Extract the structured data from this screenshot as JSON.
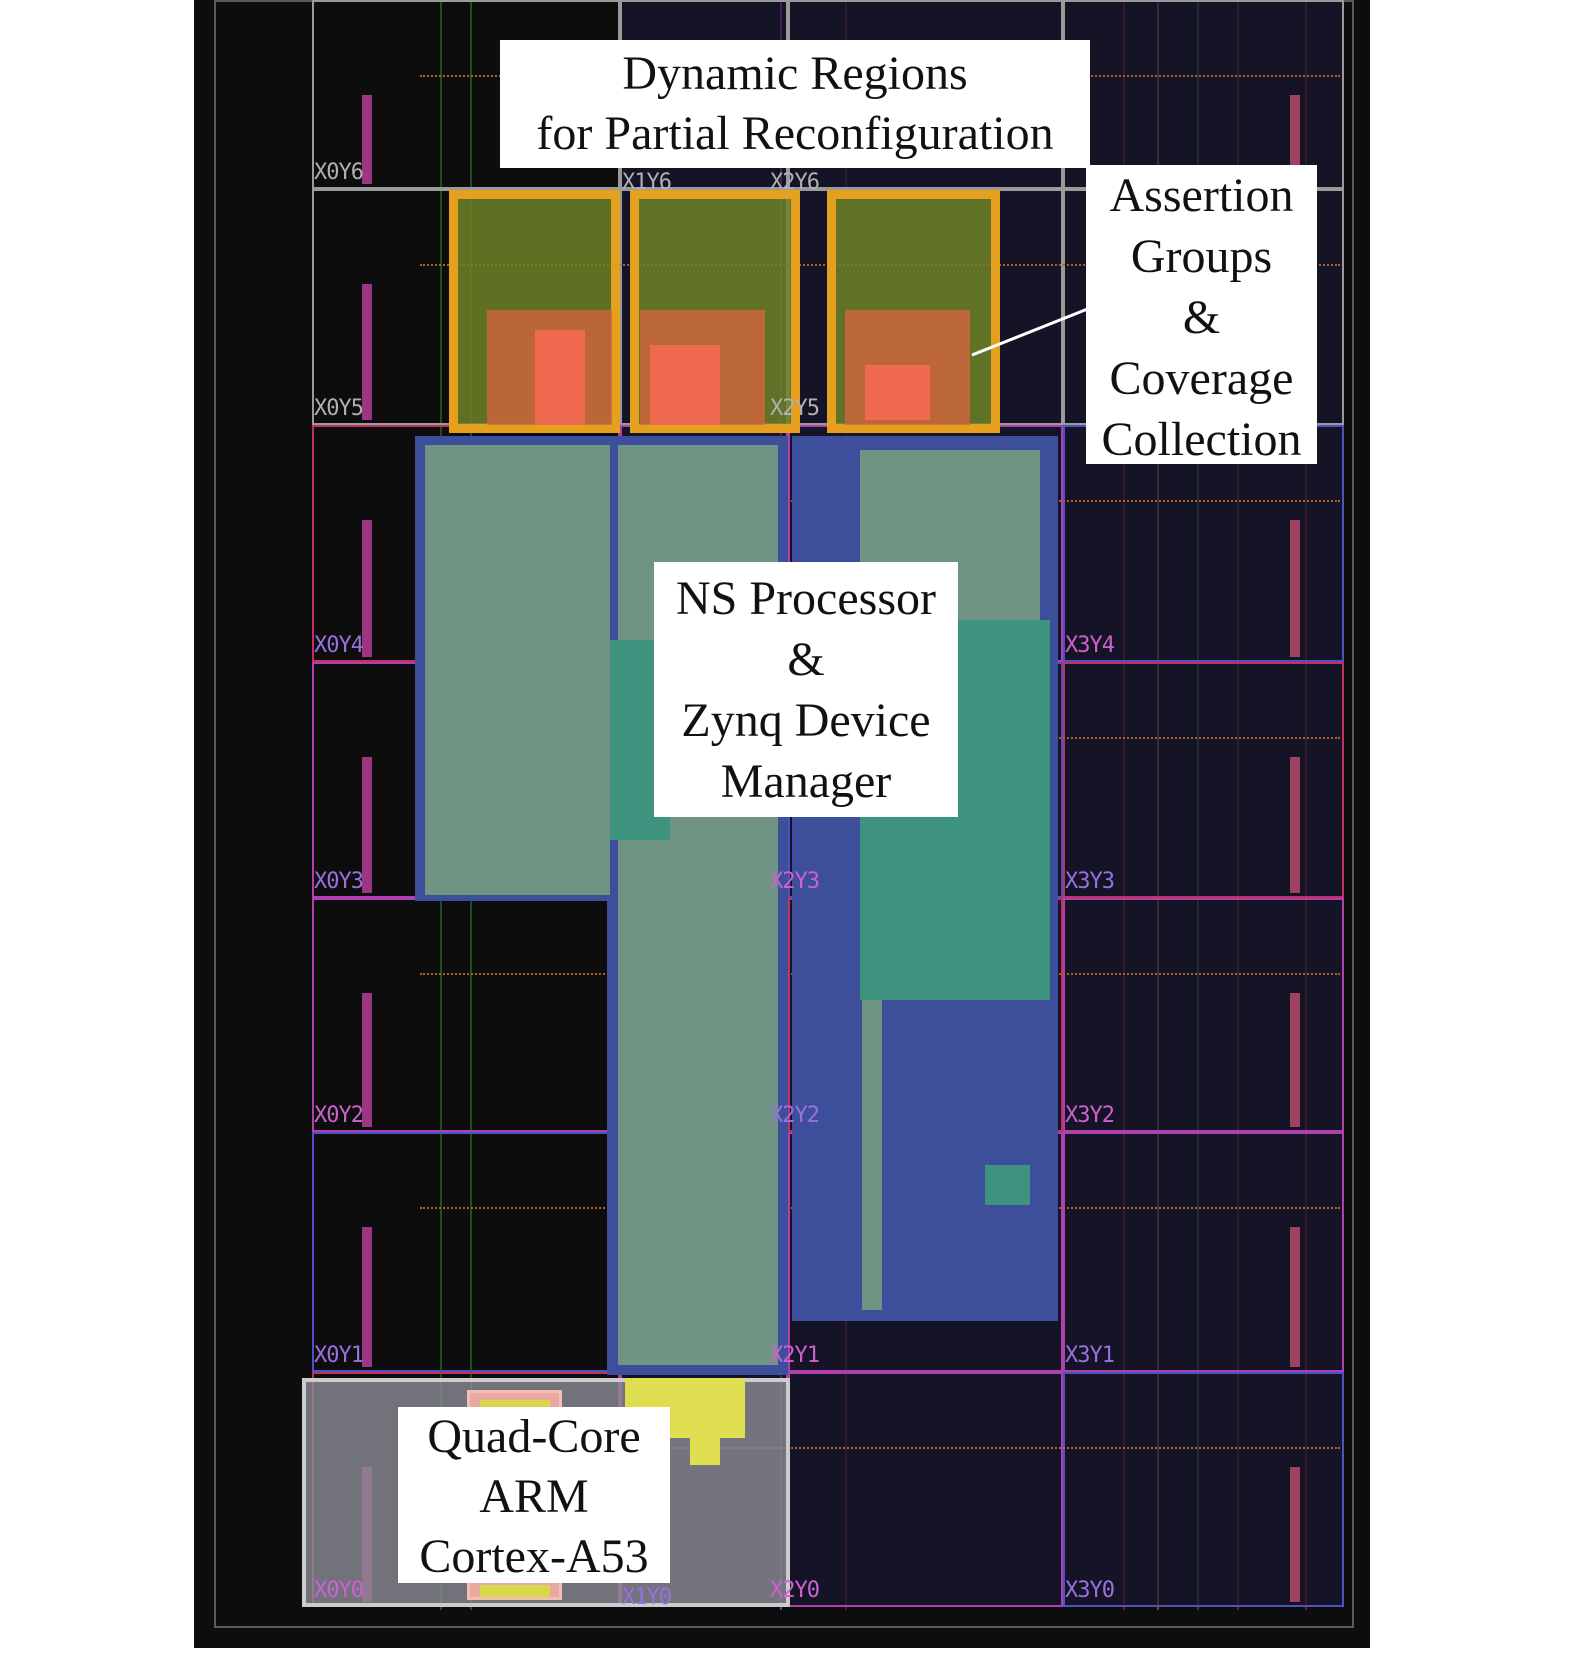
{
  "annotations": {
    "dynamic_regions": [
      "Dynamic Regions",
      "for Partial Reconfiguration"
    ],
    "assertion": [
      "Assertion",
      "Groups",
      "&",
      "Coverage",
      "Collection"
    ],
    "ns_processor": [
      "NS Processor",
      "&",
      "Zynq Device",
      "Manager"
    ],
    "arm": [
      "Quad-Core",
      "ARM",
      "Cortex-A53"
    ]
  },
  "clock_regions": [
    "X0Y6",
    "X1Y6",
    "X2Y6",
    "X0Y5",
    "X2Y5",
    "X0Y4",
    "X3Y4",
    "X0Y3",
    "X2Y3",
    "X3Y3",
    "X0Y2",
    "X2Y2",
    "X3Y2",
    "X0Y1",
    "X2Y1",
    "X3Y1",
    "X0Y0",
    "X1Y0",
    "X2Y0",
    "X3Y0"
  ],
  "colors": {
    "dynamic_region_border": "#e6a020",
    "static_region": "#3d4e9a",
    "background": "#0d0d0d"
  }
}
